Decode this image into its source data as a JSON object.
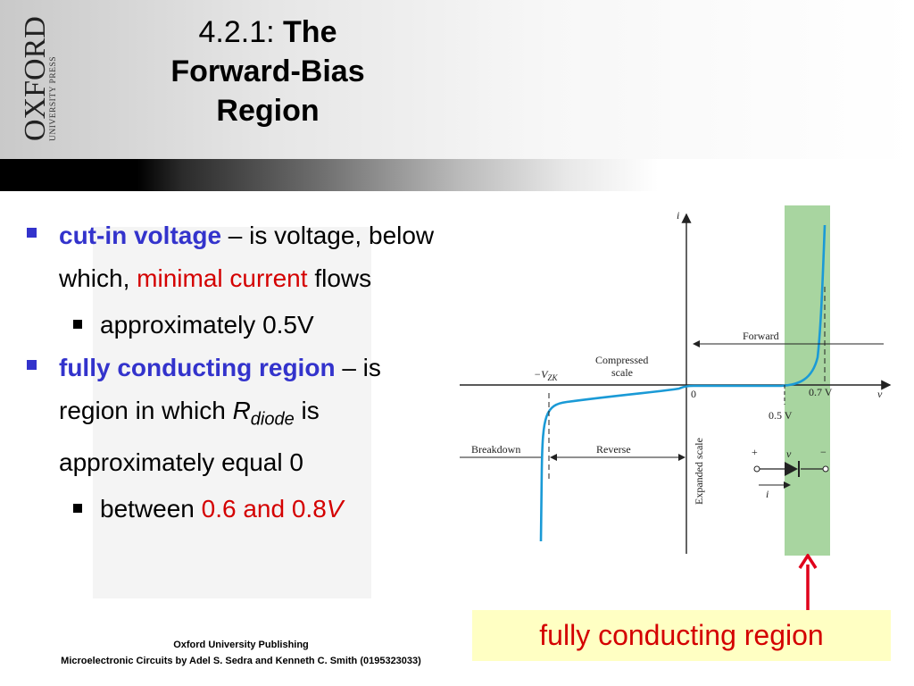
{
  "header": {
    "logo": {
      "brand": "OXFORD",
      "tagline": "UNIVERSITY PRESS"
    },
    "title_number": "4.2.1:",
    "title_line1": "The",
    "title_line2": "Forward-Bias",
    "title_line3": "Region"
  },
  "bullets": [
    {
      "term": "cut-in voltage",
      "rest1": " – is voltage, below which, ",
      "highlight": "minimal current",
      "rest2": " flows",
      "sub": "approximately 0.5V"
    },
    {
      "term": "fully conducting region",
      "rest1": " – is region in which ",
      "r": "R",
      "r_sub": "diode",
      "rest2": " is approximately equal 0",
      "sub_prefix": "between ",
      "sub_highlight": "0.6 and 0.8",
      "sub_unit": "V"
    }
  ],
  "figure": {
    "axis_i": "i",
    "axis_v": "v",
    "neg_vzk": "−V",
    "neg_vzk_sub": "ZK",
    "compressed1": "Compressed",
    "compressed2": "scale",
    "origin": "0",
    "v07": "0.7 V",
    "v05": "0.5 V",
    "forward": "Forward",
    "breakdown": "Breakdown",
    "reverse": "Reverse",
    "expanded": "Expanded scale",
    "plus": "+",
    "minus": "−",
    "sym_v": "v",
    "sym_i": "i",
    "colors": {
      "curve": "#1a9ad6",
      "region": "#a8d5a0",
      "arrow": "#e0001b"
    }
  },
  "callout": "fully conducting region",
  "footer": {
    "line1": "Oxford University Publishing",
    "line2": "Microelectronic Circuits by Adel S. Sedra and Kenneth C. Smith (0195323033)"
  }
}
